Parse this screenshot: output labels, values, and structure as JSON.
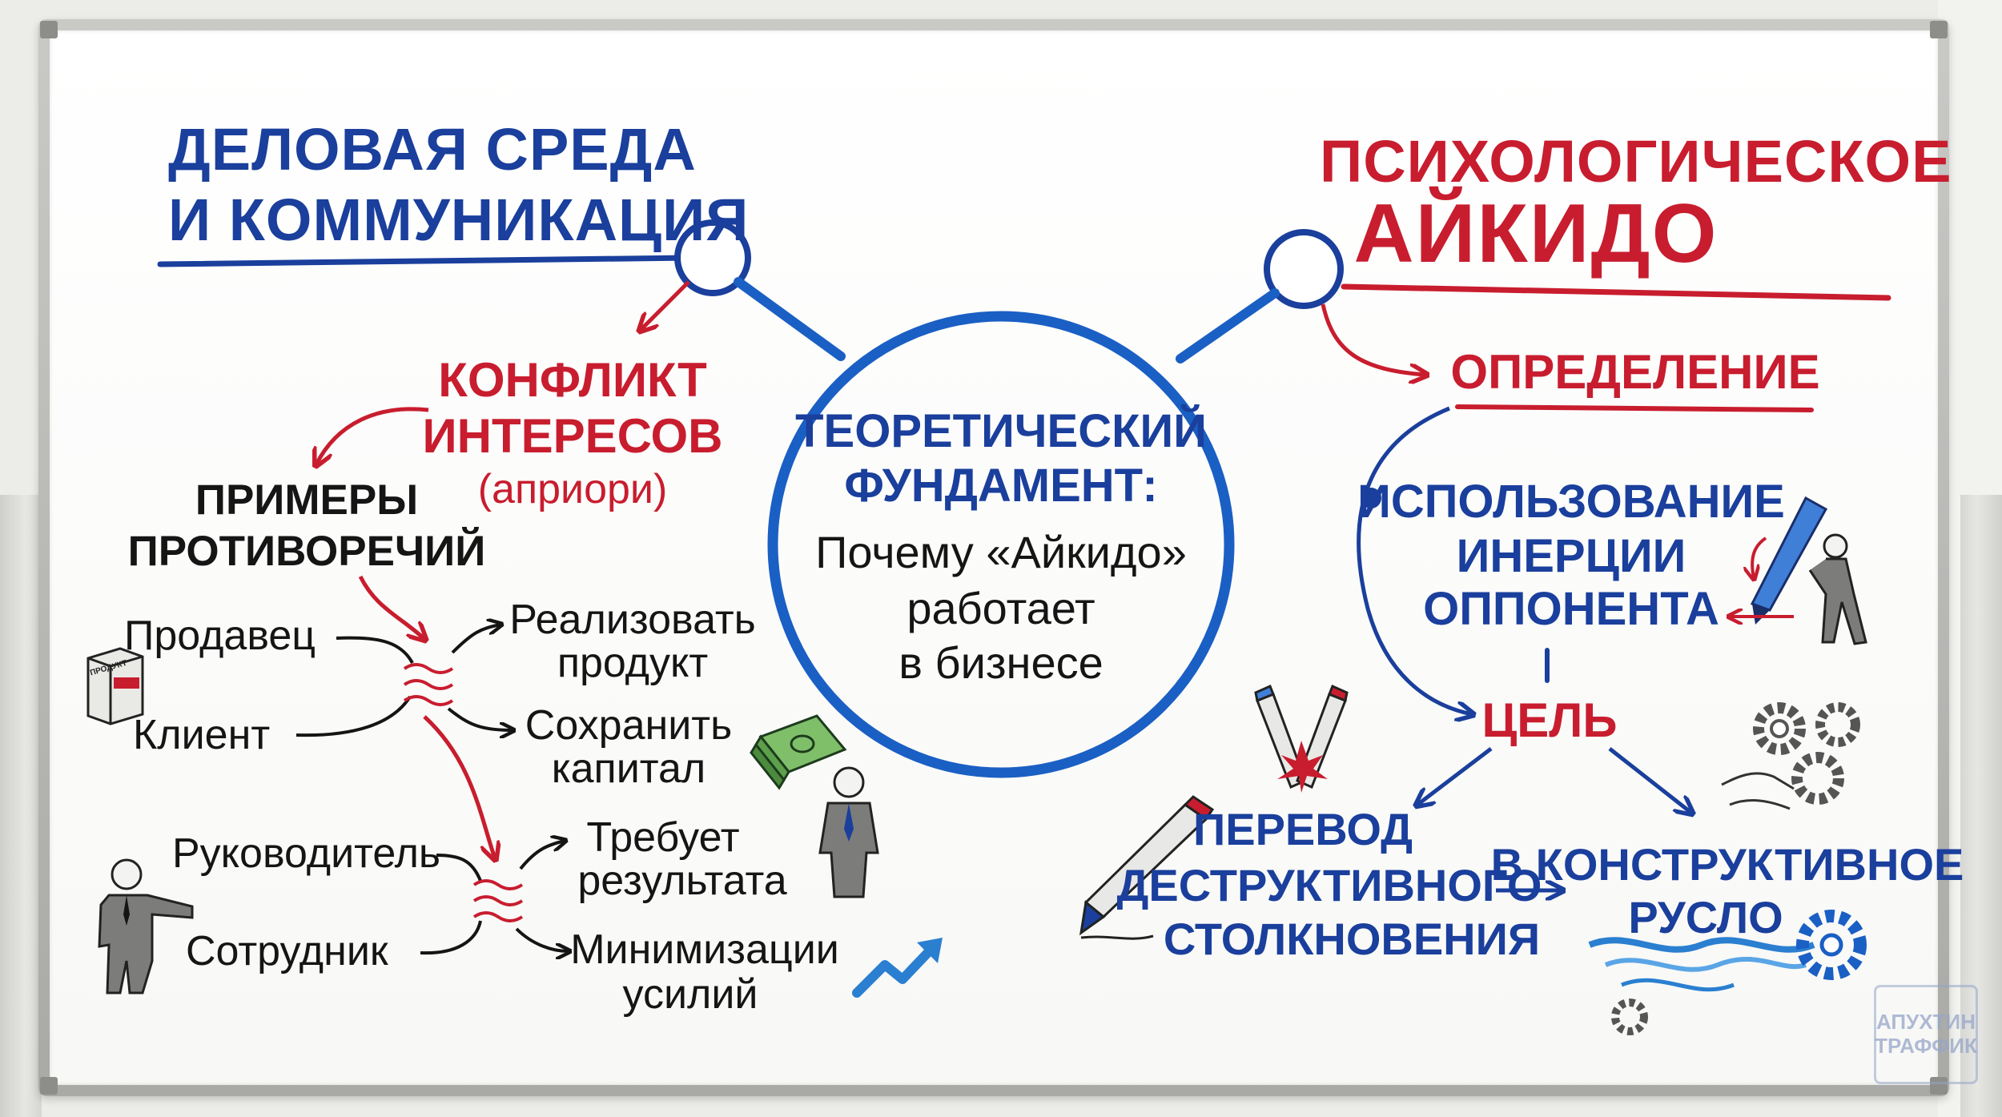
{
  "left_title": {
    "line1": "ДЕЛОВАЯ СРЕДА",
    "line2": "И КОММУНИКАЦИЯ"
  },
  "right_title": {
    "line1": "ПСИХОЛОГИЧЕСКОЕ",
    "line2": "АЙКИДО"
  },
  "center": {
    "heading1": "ТЕОРЕТИЧЕСКИЙ",
    "heading2": "ФУНДАМЕНТ:",
    "line1": "Почему «Айкидо»",
    "line2": "работает",
    "line3": "в бизнесе"
  },
  "conflict": {
    "line1": "КОНФЛИКТ",
    "line2": "ИНТЕРЕСОВ",
    "note": "(априори)"
  },
  "examples": {
    "line1": "ПРИМЕРЫ",
    "line2": "ПРОТИВОРЕЧИЙ"
  },
  "pair1": {
    "left_top": "Продавец",
    "left_bottom": "Клиент",
    "right_top_1": "Реализовать",
    "right_top_2": "продукт",
    "right_bottom_1": "Сохранить",
    "right_bottom_2": "капитал"
  },
  "pair2": {
    "left_top": "Руководитель",
    "left_bottom": "Сотрудник",
    "right_top_1": "Требует",
    "right_top_2": "результата",
    "right_bottom_1": "Минимизации",
    "right_bottom_2": "усилий"
  },
  "product_box_label": "ПРОДУКТ",
  "definition": "ОПРЕДЕЛЕНИЕ",
  "inertia": {
    "line1": "ИСПОЛЬЗОВАНИЕ",
    "line2": "ИНЕРЦИИ",
    "line3": "ОППОНЕНТА"
  },
  "goal": "ЦЕЛЬ",
  "transfer": {
    "line1": "ПЕРЕВОД",
    "line2": "ДЕСТРУКТИВНОГО",
    "line3": "СТОЛКНОВЕНИЯ"
  },
  "constructive": {
    "line1": "В КОНСТРУКТИВНОЕ",
    "line2": "РУСЛО"
  },
  "watermark": {
    "line1": "АПУХТИН",
    "line2": "ТРАФФИК"
  },
  "colors": {
    "blue": "#1a3f9c",
    "red": "#c81d2e",
    "black": "#151515",
    "green": "#3a8a4a"
  }
}
